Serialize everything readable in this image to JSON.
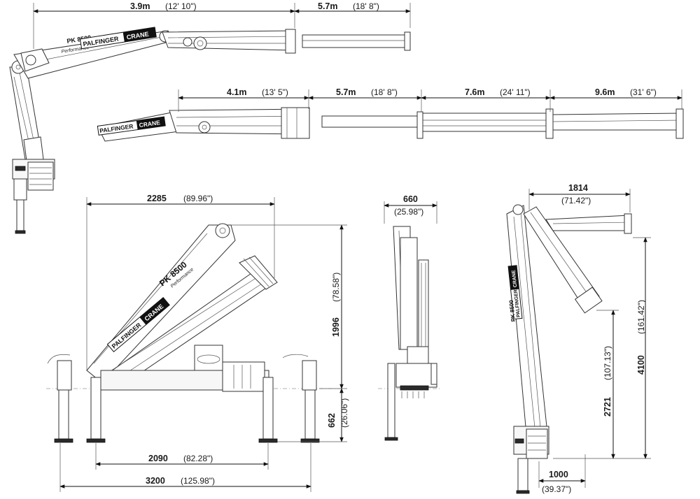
{
  "brand": {
    "name_left": "PALFINGER",
    "name_right": "CRANE",
    "model": "PK 8500",
    "variant": "Performance"
  },
  "reach": {
    "upper": [
      {
        "m": "3.9m",
        "ft": "(12' 10\")"
      },
      {
        "m": "5.7m",
        "ft": "(18' 8\")"
      }
    ],
    "lower": [
      {
        "m": "4.1m",
        "ft": "(13' 5\")"
      },
      {
        "m": "5.7m",
        "ft": "(18' 8\")"
      },
      {
        "m": "7.6m",
        "ft": "(24' 11\")"
      },
      {
        "m": "9.6m",
        "ft": "(31' 6\")"
      }
    ]
  },
  "front_view": {
    "width_top": {
      "mm": "2285",
      "in": "(89.96\")"
    },
    "height": {
      "mm": "1996",
      "in": "(78.58\")"
    },
    "below_base": {
      "mm": "662",
      "in": "(26.06\")"
    },
    "stabilizer_inner": {
      "mm": "2090",
      "in": "(82.28\")"
    },
    "stabilizer_outer": {
      "mm": "3200",
      "in": "(125.98\")"
    }
  },
  "side_view": {
    "width": {
      "mm": "660",
      "in": "(25.98\")"
    }
  },
  "folded_view": {
    "boom_reach": {
      "mm": "1814",
      "in": "(71.42\")"
    },
    "total_height": {
      "mm": "4100",
      "in": "(161.42\")"
    },
    "tip_height": {
      "mm": "2721",
      "in": "(107.13\")"
    },
    "base_offset": {
      "mm": "1000",
      "in": "(39.37\")"
    }
  }
}
